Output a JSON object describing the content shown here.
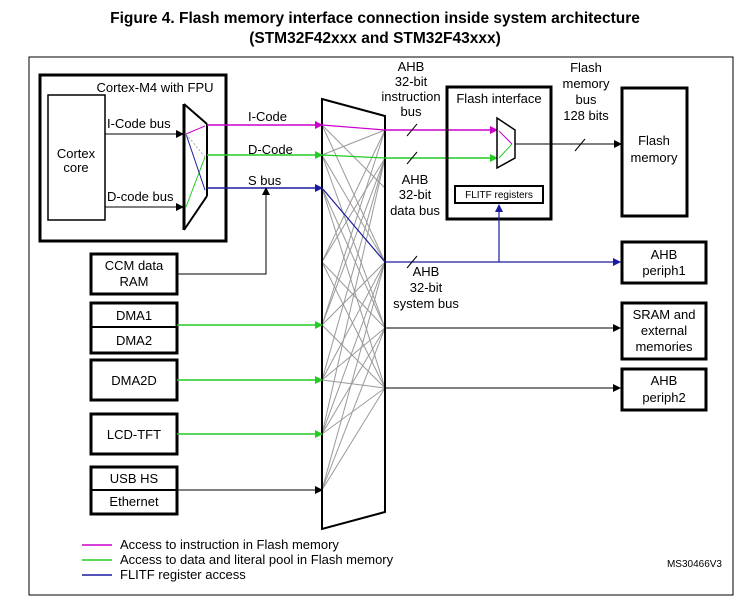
{
  "figure": {
    "title_line1": "Figure 4. Flash memory interface connection inside system architecture",
    "title_line2": "(STM32F42xxx and STM32F43xxx)",
    "reference": "MS30466V3"
  },
  "cortex": {
    "header": "Cortex-M4 with FPU",
    "core_line1": "Cortex",
    "core_line2": "core",
    "icode_bus": "I-Code bus",
    "dcode_bus": "D-code bus"
  },
  "buses": {
    "icode": "I-Code",
    "dcode": "D-Code",
    "sbus": "S bus",
    "ahb_instr": [
      "AHB",
      "32-bit",
      "instruction",
      "bus"
    ],
    "ahb_data": [
      "AHB",
      "32-bit",
      "data bus"
    ],
    "ahb_system": [
      "AHB",
      "32-bit",
      "system bus"
    ],
    "flash_mem_bus": [
      "Flash",
      "memory",
      "bus",
      "128 bits"
    ]
  },
  "flash_interface": {
    "label": "Flash interface",
    "registers": "FLITF registers"
  },
  "flash_memory": [
    "Flash",
    "memory"
  ],
  "masters": {
    "ccm": [
      "CCM data",
      "RAM"
    ],
    "dma1": "DMA1",
    "dma2": "DMA2",
    "dma2d": "DMA2D",
    "lcd": "LCD-TFT",
    "usb": "USB HS",
    "ethernet": "Ethernet"
  },
  "slaves": {
    "periph1": [
      "AHB",
      "periph1"
    ],
    "sram": [
      "SRAM and",
      "external",
      "memories"
    ],
    "periph2": [
      "AHB",
      "periph2"
    ]
  },
  "legend": [
    {
      "label": "Access to instruction in Flash memory",
      "color": "#cc00cc"
    },
    {
      "label": "Access to data and literal pool in Flash memory",
      "color": "#22cc22"
    },
    {
      "label": "FLITF register access",
      "color": "#1a1aa0"
    }
  ]
}
